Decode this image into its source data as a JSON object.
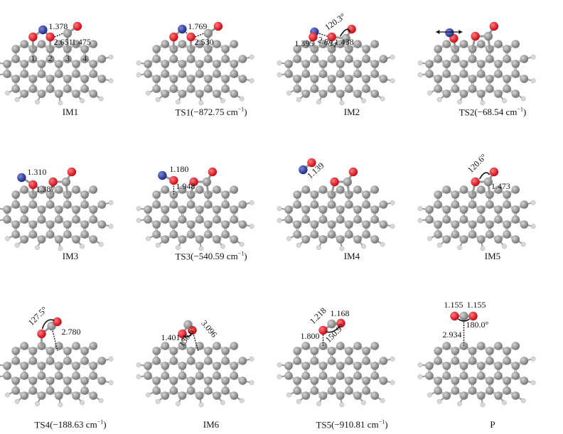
{
  "figure": {
    "panels": [
      {
        "id": "IM1",
        "caption": "IM1",
        "freq": null,
        "labels": [
          {
            "text": "1.378",
            "role": "bond N-O"
          },
          {
            "text": "2.651",
            "role": "O...C distance"
          },
          {
            "text": "1.475",
            "role": "bond C-C"
          },
          {
            "text": "1",
            "role": "site"
          },
          {
            "text": "2",
            "role": "site"
          },
          {
            "text": "3",
            "role": "site"
          },
          {
            "text": "4",
            "role": "site"
          }
        ]
      },
      {
        "id": "TS1",
        "caption": "TS1",
        "freq": "−872.75 cm",
        "freq_unit_sup": "−1",
        "labels": [
          {
            "text": "1.769",
            "role": "bond N...O"
          },
          {
            "text": "2.530",
            "role": "O...C distance"
          }
        ]
      },
      {
        "id": "IM2",
        "caption": "IM2",
        "freq": null,
        "labels": [
          {
            "text": "1.395",
            "role": "bond"
          },
          {
            "text": "2.884",
            "role": "N...O distance"
          },
          {
            "text": "1.438",
            "role": "bond"
          },
          {
            "text": "120.3°",
            "role": "angle"
          }
        ]
      },
      {
        "id": "TS2",
        "caption": "TS2",
        "freq": "−68.54 cm",
        "freq_unit_sup": "−1",
        "labels": []
      },
      {
        "id": "IM3",
        "caption": "IM3",
        "freq": null,
        "labels": [
          {
            "text": "1.310",
            "role": "bond N-O"
          },
          {
            "text": "1.387",
            "role": "bond O-C"
          }
        ]
      },
      {
        "id": "TS3",
        "caption": "TS3",
        "freq": "−540.59 cm",
        "freq_unit_sup": "−1",
        "labels": [
          {
            "text": "1.180",
            "role": "bond N-O"
          },
          {
            "text": "1.948",
            "role": "O...C distance"
          }
        ]
      },
      {
        "id": "IM4",
        "caption": "IM4",
        "freq": null,
        "labels": [
          {
            "text": "1.139",
            "role": "bond N-O"
          }
        ]
      },
      {
        "id": "IM5",
        "caption": "IM5",
        "freq": null,
        "labels": [
          {
            "text": "120.6°",
            "role": "angle"
          },
          {
            "text": "1.473",
            "role": "bond C-C"
          }
        ]
      },
      {
        "id": "TS4",
        "caption": "TS4",
        "freq": "−188.63 cm",
        "freq_unit_sup": "−1",
        "labels": [
          {
            "text": "127.5°",
            "role": "angle"
          },
          {
            "text": "2.780",
            "role": "C...C distance"
          }
        ]
      },
      {
        "id": "IM6",
        "caption": "IM6",
        "freq": null,
        "labels": [
          {
            "text": "1.401",
            "role": "bond"
          },
          {
            "text": "130.6°",
            "role": "angle"
          },
          {
            "text": "3.096",
            "role": "distance"
          }
        ]
      },
      {
        "id": "TS5",
        "caption": "TS5",
        "freq": "−910.81 cm",
        "freq_unit_sup": "−1",
        "labels": [
          {
            "text": "1.218",
            "role": "bond"
          },
          {
            "text": "1.168",
            "role": "bond"
          },
          {
            "text": "1.800",
            "role": "distance"
          },
          {
            "text": "150.9°",
            "role": "angle"
          }
        ]
      },
      {
        "id": "P",
        "caption": "P",
        "freq": null,
        "labels": [
          {
            "text": "1.155",
            "role": "bond C=O"
          },
          {
            "text": "1.155",
            "role": "bond C=O"
          },
          {
            "text": "180.0°",
            "role": "angle"
          },
          {
            "text": "2.934",
            "role": "distance"
          }
        ]
      }
    ],
    "colors": {
      "carbon": "#7a7a7a",
      "hydrogen": "#d8d8d8",
      "oxygen": "#e0101a",
      "nitrogen": "#1c2a8c",
      "bond": "#9a9a9a",
      "text": "#111111"
    }
  }
}
